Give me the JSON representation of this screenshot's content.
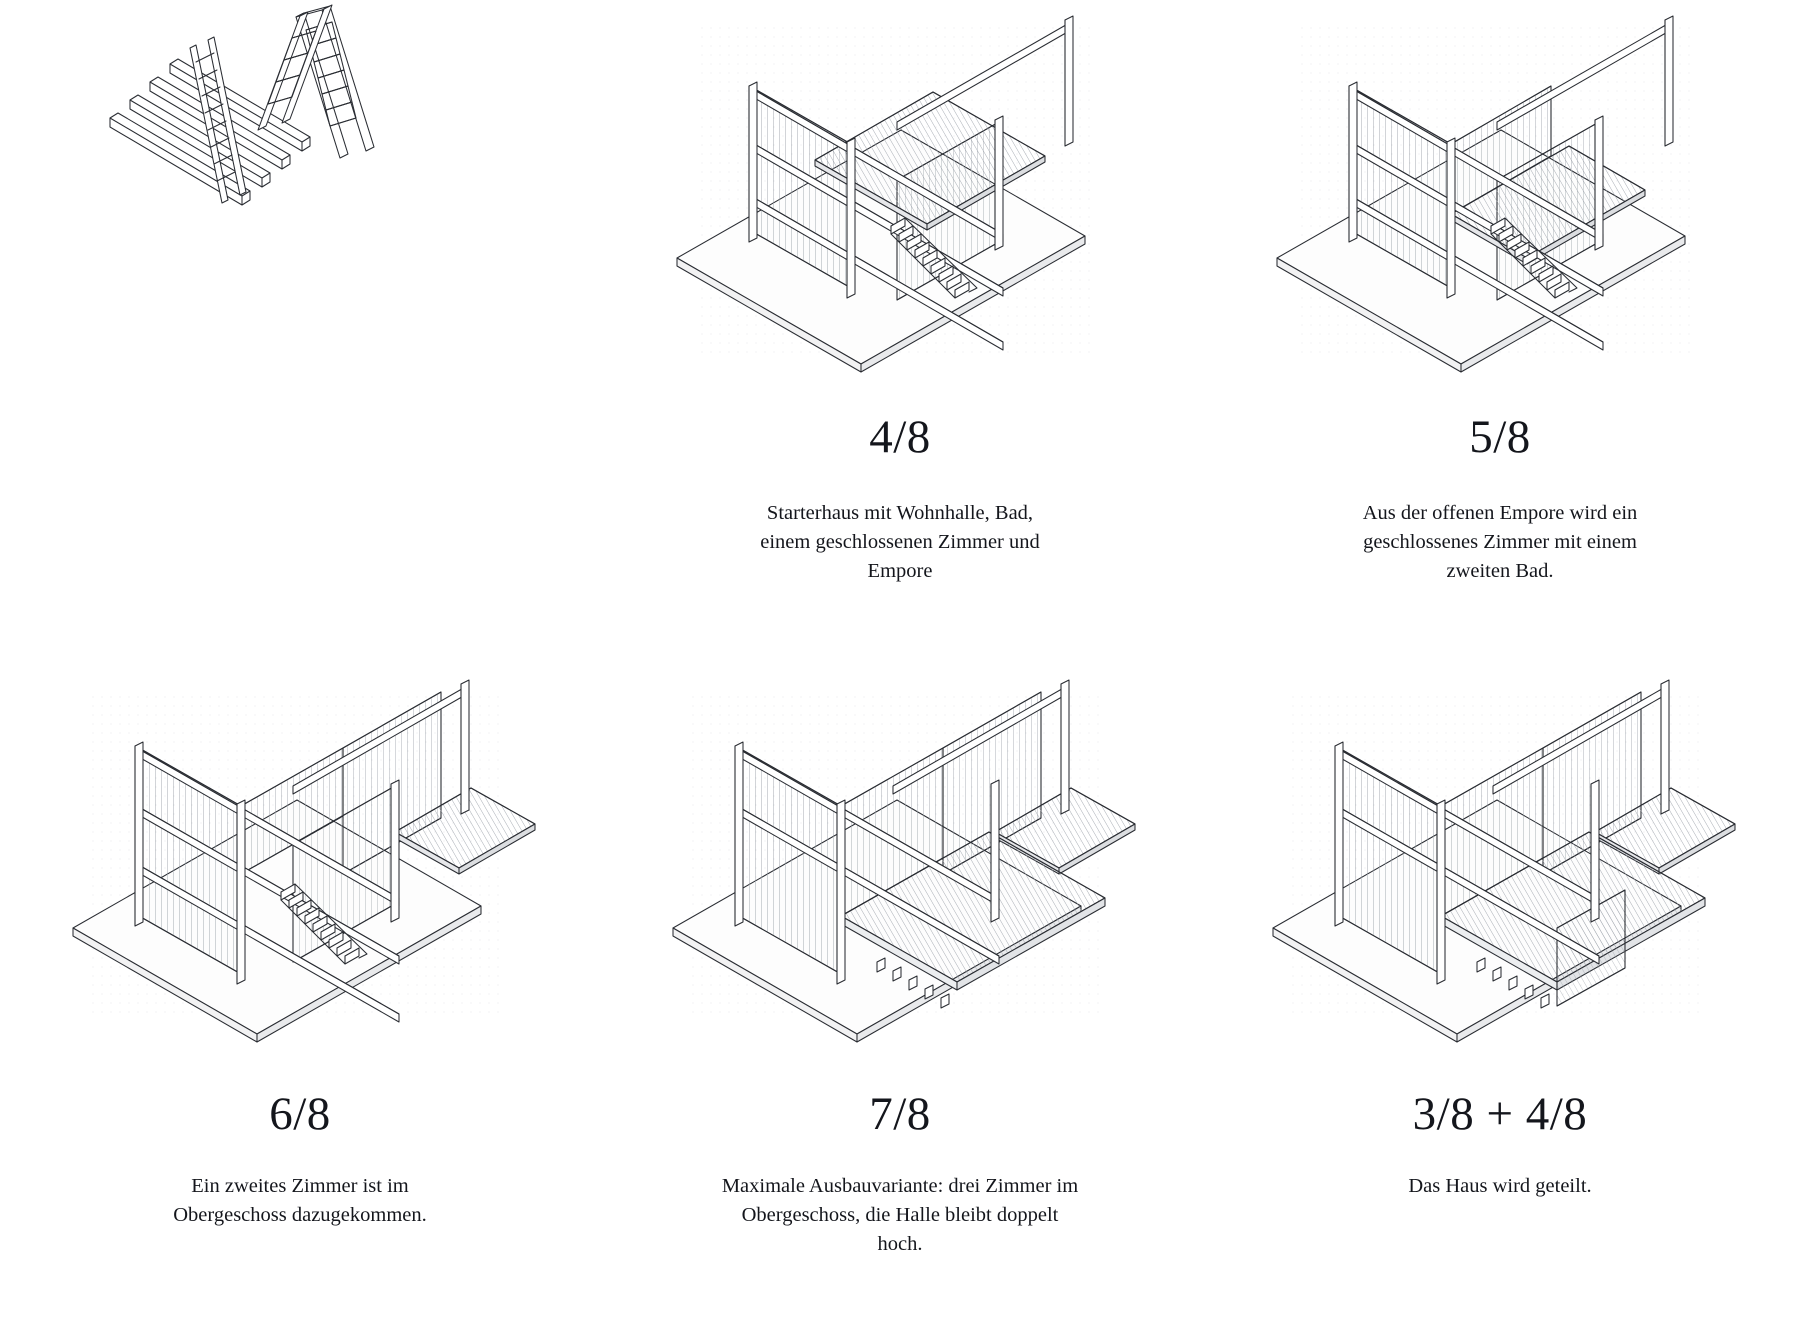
{
  "document": {
    "kind": "architectural-expansion-stages-diagram",
    "background_color": "#ffffff",
    "ink_color": "#14161c",
    "line_color": "#3a3d45",
    "hatch_color": "#9aa0a8"
  },
  "panels": [
    {
      "id": "materials",
      "number": "",
      "caption": "",
      "drawing": "stacked-timber-beams-and-stepladder",
      "has_caption": false
    },
    {
      "id": "stage-4-8",
      "number": "4/8",
      "caption": "Starterhaus mit Wohnhalle, Bad, einem geschlossenen Zimmer und Empore",
      "drawing": "frame-house-with-mezzanine-and-stair",
      "has_caption": true
    },
    {
      "id": "stage-5-8",
      "number": "5/8",
      "caption": "Aus der offenen Empore wird ein geschlossenes Zimmer mit einem zweiten Bad.",
      "drawing": "frame-house-with-enclosed-upper-room",
      "has_caption": true
    },
    {
      "id": "stage-6-8",
      "number": "6/8",
      "caption": "Ein zweites Zimmer ist im Obergeschoss dazugekommen.",
      "drawing": "frame-house-with-two-upper-rooms",
      "has_caption": true
    },
    {
      "id": "stage-7-8",
      "number": "7/8",
      "caption": "Maximale Ausbauvariante: drei Zimmer im Obergeschoss, die Halle bleibt doppelt hoch.",
      "drawing": "frame-house-maximum-buildout",
      "has_caption": true
    },
    {
      "id": "stage-3-8-plus-4-8",
      "number": "3/8 + 4/8",
      "caption": "Das Haus wird geteilt.",
      "drawing": "frame-house-divided-into-two-units",
      "has_caption": true
    }
  ]
}
